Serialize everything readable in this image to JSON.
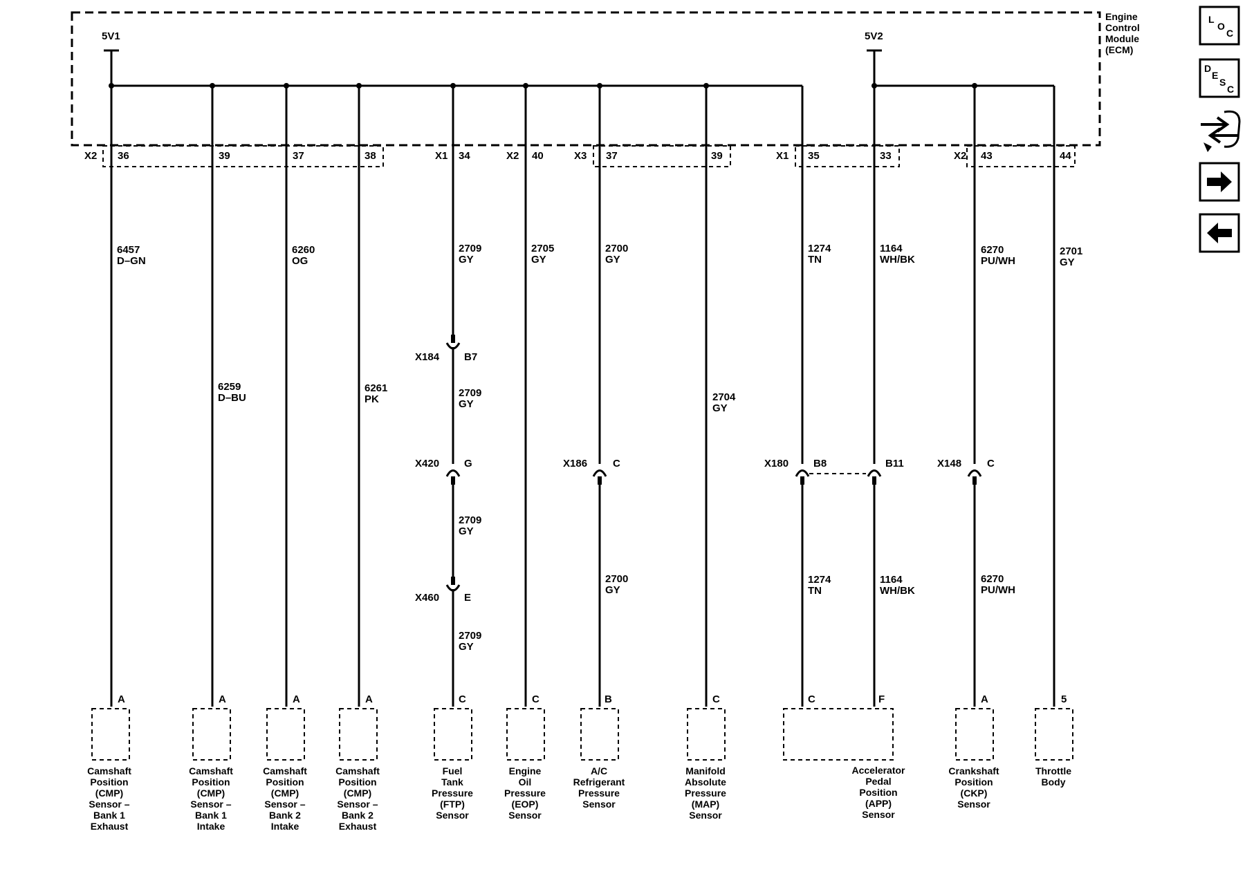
{
  "ecm": {
    "label_lines": [
      "Engine",
      "Control",
      "Module",
      "(ECM)"
    ]
  },
  "supplies": [
    "5V1",
    "5V2"
  ],
  "connector_ids": [
    "X2",
    "X1",
    "X2",
    "X3",
    "X1",
    "X2"
  ],
  "circuits": [
    {
      "pin": "36",
      "wire": "6457",
      "color": "D–GN",
      "sensor_pin": "A",
      "sensor": [
        "Camshaft",
        "Position",
        "(CMP)",
        "Sensor –",
        "Bank 1",
        "Exhaust"
      ]
    },
    {
      "pin": "39",
      "wire": "6259",
      "color": "D–BU",
      "sensor_pin": "A",
      "sensor": [
        "Camshaft",
        "Position",
        "(CMP)",
        "Sensor –",
        "Bank 1",
        "Intake"
      ]
    },
    {
      "pin": "37",
      "wire": "6260",
      "color": "OG",
      "sensor_pin": "A",
      "sensor": [
        "Camshaft",
        "Position",
        "(CMP)",
        "Sensor –",
        "Bank 2",
        "Intake"
      ]
    },
    {
      "pin": "38",
      "wire": "6261",
      "color": "PK",
      "sensor_pin": "A",
      "sensor": [
        "Camshaft",
        "Position",
        "(CMP)",
        "Sensor –",
        "Bank 2",
        "Exhaust"
      ]
    },
    {
      "pin": "34",
      "wire": "2709",
      "color": "GY",
      "sensor_pin": "C",
      "sensor": [
        "Fuel",
        "Tank",
        "Pressure",
        "(FTP)",
        "Sensor"
      ]
    },
    {
      "pin": "40",
      "wire": "2705",
      "color": "GY",
      "sensor_pin": "C",
      "sensor": [
        "Engine",
        "Oil",
        "Pressure",
        "(EOP)",
        "Sensor"
      ]
    },
    {
      "pin": "37",
      "wire": "2700",
      "color": "GY",
      "sensor_pin": "B",
      "sensor": [
        "A/C",
        "Refrigerant",
        "Pressure",
        "Sensor"
      ]
    },
    {
      "pin": "39",
      "wire": "2704",
      "color": "GY",
      "sensor_pin": "C",
      "sensor": [
        "Manifold",
        "Absolute",
        "Pressure",
        "(MAP)",
        "Sensor"
      ]
    },
    {
      "pin": "35",
      "wire": "1274",
      "color": "TN",
      "sensor_pin": "C",
      "sensor": []
    },
    {
      "pin": "33",
      "wire": "1164",
      "color": "WH/BK",
      "sensor_pin": "F",
      "sensor": [
        "Accelerator",
        "Pedal",
        "Position",
        "(APP)",
        "Sensor"
      ]
    },
    {
      "pin": "43",
      "wire": "6270",
      "color": "PU/WH",
      "sensor_pin": "A",
      "sensor": [
        "Crankshaft",
        "Position",
        "(CKP)",
        "Sensor"
      ]
    },
    {
      "pin": "44",
      "wire": "2701",
      "color": "GY",
      "sensor_pin": "5",
      "sensor": [
        "Throttle",
        "Body"
      ]
    }
  ],
  "inline_connectors": [
    {
      "id": "X184",
      "pin": "B7"
    },
    {
      "id": "X420",
      "pin": "G"
    },
    {
      "id": "X460",
      "pin": "E"
    },
    {
      "id": "X186",
      "pin": "C"
    },
    {
      "id": "X180",
      "pin": "B8"
    },
    {
      "id": "",
      "pin": "B11"
    },
    {
      "id": "X148",
      "pin": "C"
    }
  ],
  "segment_labels": [
    {
      "wire": "2709",
      "color": "GY"
    },
    {
      "wire": "2709",
      "color": "GY"
    },
    {
      "wire": "2709",
      "color": "GY"
    },
    {
      "wire": "2700",
      "color": "GY"
    },
    {
      "wire": "1274",
      "color": "TN"
    },
    {
      "wire": "1164",
      "color": "WH/BK"
    },
    {
      "wire": "6270",
      "color": "PU/WH"
    }
  ],
  "nav_buttons": [
    {
      "name": "location-button",
      "icon": "loc-icon",
      "letters": [
        "L",
        "O",
        "C"
      ]
    },
    {
      "name": "description-button",
      "icon": "desc-icon",
      "letters": [
        "D",
        "E",
        "S",
        "C"
      ]
    },
    {
      "name": "connector-info-button",
      "icon": "harness-connector-icon",
      "letters": []
    },
    {
      "name": "next-page-button",
      "icon": "arrow-right-icon",
      "letters": []
    },
    {
      "name": "previous-page-button",
      "icon": "arrow-left-icon",
      "letters": []
    }
  ]
}
